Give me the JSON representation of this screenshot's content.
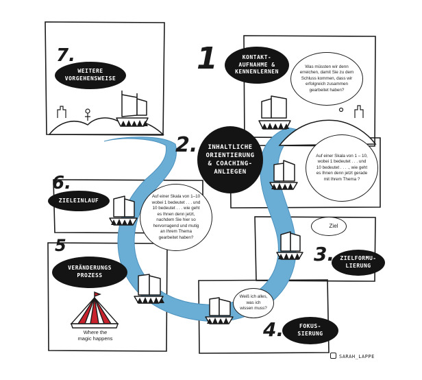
{
  "steps": [
    {
      "number": "1",
      "label": "KONTAKT-\nAUFNAHME &\nKENNENLERNEN"
    },
    {
      "number": "2.",
      "label": "INHALTLICHE\nORIENTIERUNG\n& COACHING-\nANLIEGEN"
    },
    {
      "number": "3.",
      "label": "ZIELFORMU-\nLIERUNG"
    },
    {
      "number": "4.",
      "label": "FOKUS-\nSIERUNG"
    },
    {
      "number": "5",
      "label": "VERÄNDERUNGS\nPROZESS"
    },
    {
      "number": "6.",
      "label": "ZIELEINLAUF"
    },
    {
      "number": "7.",
      "label": "WEITERE\nVORGEHENSWEISE"
    }
  ],
  "bubbles": {
    "step1": "Was müssten wir denn\nerreichen, damit Sie zu dem\nSchluss kommen, dass wir\nerfolgreich zusammen\ngearbeitet haben?",
    "step2": "Auf einer Skala von 1 – 10,\nwobei 1 bedeutet . . . und\n10 bedeutet . . . ., wie geht\nes Ihnen denn jetzt gerade\nmit Ihrem Thema ?",
    "step3": "Ziel",
    "step4": "Weiß ich alles,\nwas ich\nwissen muss?",
    "step6": "Auf einer Skala von 1–10\nwobei 1 bedeutet . . . und\n10 bedeutet . . . wie geht\nes Ihnen denn jetzt,\nnachdem Sie hier so\nhervorragend und mutig\nan Ihrem Thema\ngearbeitet haben?"
  },
  "tent_caption": "Where the\nmagic happens",
  "credit": "SARAH_LAPPE",
  "colors": {
    "river": "#6aaed6",
    "pill": "#141414",
    "tent_red": "#c8232c"
  }
}
